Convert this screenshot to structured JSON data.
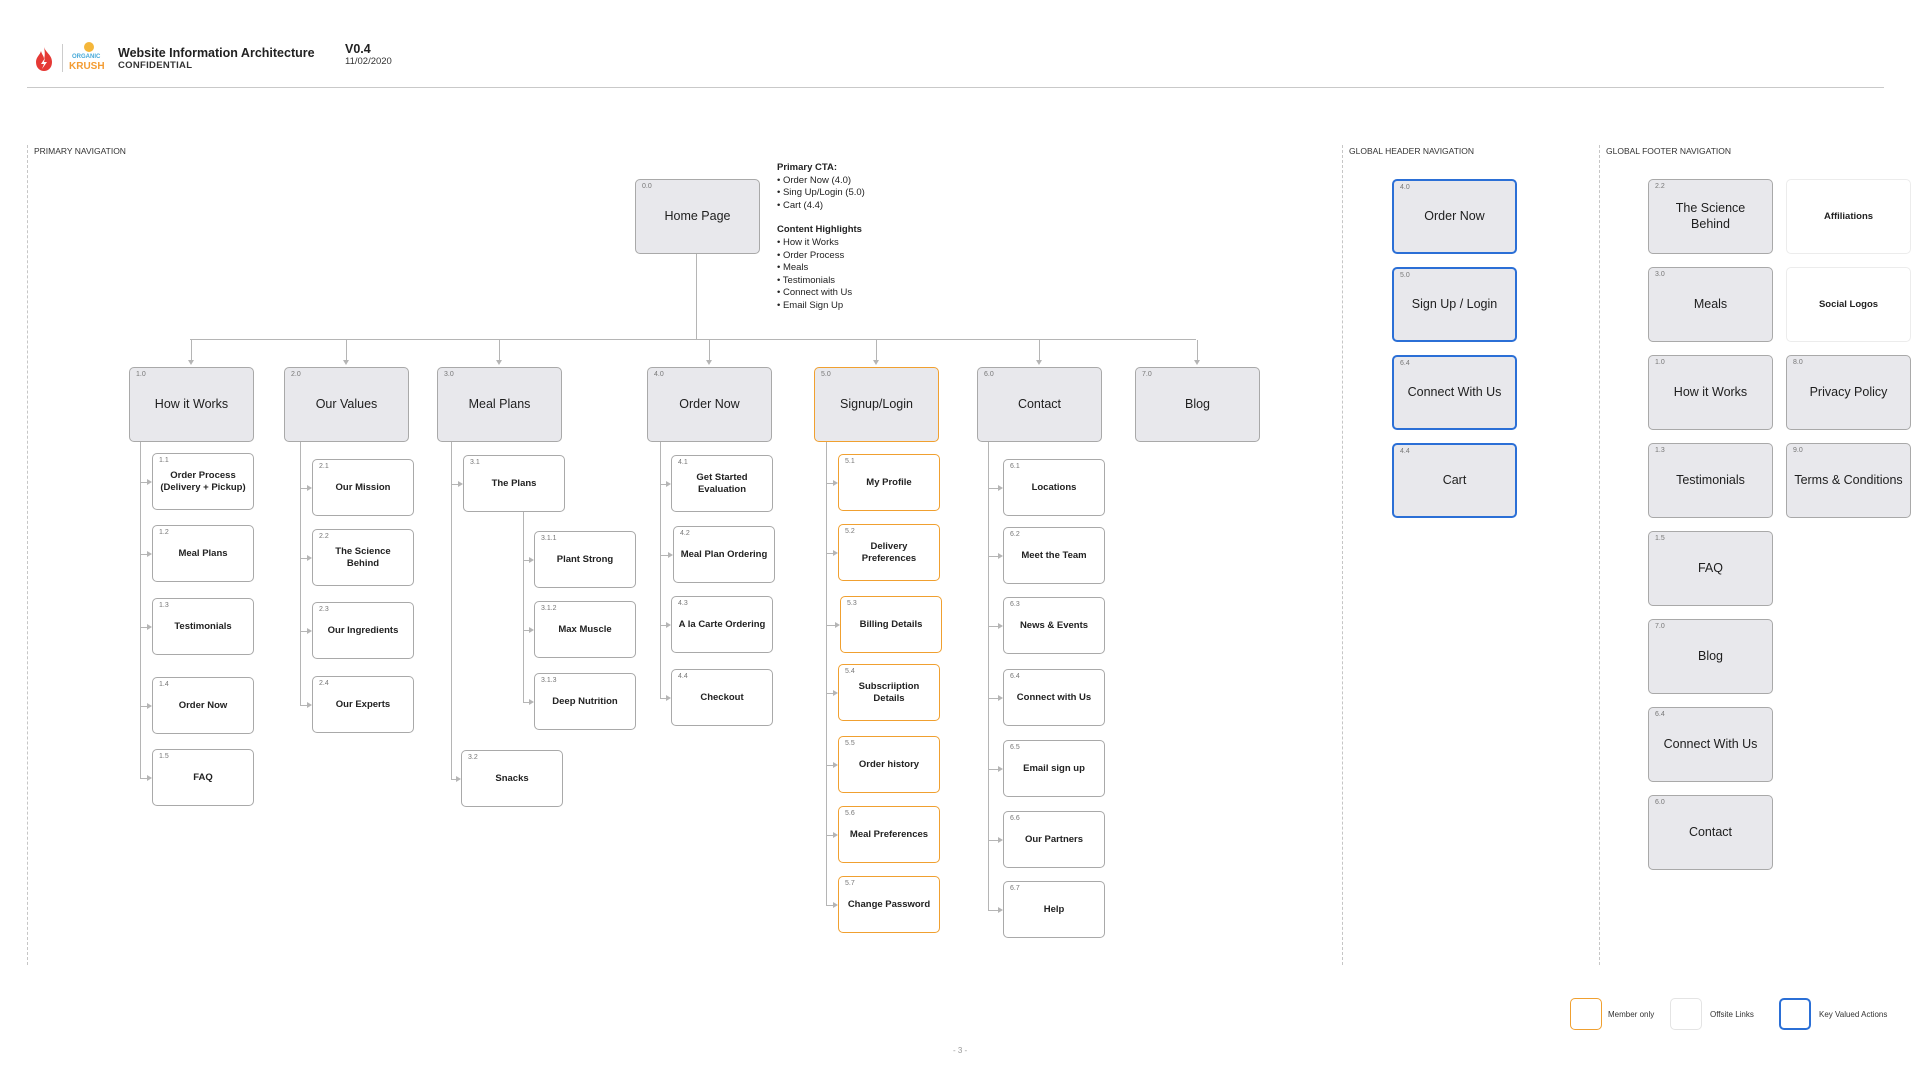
{
  "header": {
    "logo_text_top": "ORGANIC",
    "logo_text_bottom": "KRUSH",
    "title": "Website Information Architecture",
    "subtitle": "CONFIDENTIAL",
    "version": "V0.4",
    "date": "11/02/2020"
  },
  "sections": {
    "primary": "PRIMARY NAVIGATION",
    "header_nav": "GLOBAL HEADER NAVIGATION",
    "footer_nav": "GLOBAL FOOTER NAVIGATION"
  },
  "home": {
    "num": "0.0",
    "label": "Home Page"
  },
  "notes": {
    "cta_title": "Primary CTA:",
    "cta_items": [
      "• Order Now (4.0)",
      "• Sing Up/Login (5.0)",
      "• Cart (4.4)"
    ],
    "content_title": "Content Highlights",
    "content_items": [
      "• How it Works",
      "• Order Process",
      "• Meals",
      "• Testimonials",
      "• Connect with Us",
      "• Email Sign Up"
    ]
  },
  "columns": [
    {
      "num": "1.0",
      "label": "How it Works",
      "children": [
        {
          "num": "1.1",
          "label": "Order Process (Delivery + Pickup)"
        },
        {
          "num": "1.2",
          "label": "Meal Plans"
        },
        {
          "num": "1.3",
          "label": "Testimonials"
        },
        {
          "num": "1.4",
          "label": "Order Now"
        },
        {
          "num": "1.5",
          "label": "FAQ"
        }
      ]
    },
    {
      "num": "2.0",
      "label": "Our Values",
      "children": [
        {
          "num": "2.1",
          "label": "Our Mission"
        },
        {
          "num": "2.2",
          "label": "The Science Behind"
        },
        {
          "num": "2.3",
          "label": "Our Ingredients"
        },
        {
          "num": "2.4",
          "label": "Our Experts"
        }
      ]
    },
    {
      "num": "3.0",
      "label": "Meal Plans",
      "children": [
        {
          "num": "3.1",
          "label": "The Plans"
        },
        {
          "num": "3.1.1",
          "label": "Plant Strong"
        },
        {
          "num": "3.1.2",
          "label": "Max Muscle"
        },
        {
          "num": "3.1.3",
          "label": "Deep Nutrition"
        },
        {
          "num": "3.2",
          "label": "Snacks"
        }
      ]
    },
    {
      "num": "4.0",
      "label": "Order Now",
      "children": [
        {
          "num": "4.1",
          "label": "Get Started Evaluation"
        },
        {
          "num": "4.2",
          "label": "Meal Plan Ordering"
        },
        {
          "num": "4.3",
          "label": "A la Carte Ordering"
        },
        {
          "num": "4.4",
          "label": "Checkout"
        }
      ]
    },
    {
      "num": "5.0",
      "label": "Signup/Login",
      "children": [
        {
          "num": "5.1",
          "label": "My Profile"
        },
        {
          "num": "5.2",
          "label": "Delivery Preferences"
        },
        {
          "num": "5.3",
          "label": "Billing Details"
        },
        {
          "num": "5.4",
          "label": "Subscriiption Details"
        },
        {
          "num": "5.5",
          "label": "Order history"
        },
        {
          "num": "5.6",
          "label": "Meal Preferences"
        },
        {
          "num": "5.7",
          "label": "Change Password"
        }
      ]
    },
    {
      "num": "6.0",
      "label": "Contact",
      "children": [
        {
          "num": "6.1",
          "label": "Locations"
        },
        {
          "num": "6.2",
          "label": "Meet the Team"
        },
        {
          "num": "6.3",
          "label": "News & Events"
        },
        {
          "num": "6.4",
          "label": "Connect with Us"
        },
        {
          "num": "6.5",
          "label": "Email sign up"
        },
        {
          "num": "6.6",
          "label": "Our Partners"
        },
        {
          "num": "6.7",
          "label": "Help"
        }
      ]
    },
    {
      "num": "7.0",
      "label": "Blog",
      "children": []
    }
  ],
  "header_nav": [
    {
      "num": "4.0",
      "label": "Order Now"
    },
    {
      "num": "5.0",
      "label": "Sign Up / Login"
    },
    {
      "num": "6.4",
      "label": "Connect With Us"
    },
    {
      "num": "4.4",
      "label": "Cart"
    }
  ],
  "footer_nav": {
    "left": [
      {
        "num": "2.2",
        "label": "The Science Behind"
      },
      {
        "num": "3.0",
        "label": "Meals"
      },
      {
        "num": "1.0",
        "label": "How it Works"
      },
      {
        "num": "1.3",
        "label": "Testimonials"
      },
      {
        "num": "1.5",
        "label": "FAQ"
      },
      {
        "num": "7.0",
        "label": "Blog"
      },
      {
        "num": "6.4",
        "label": "Connect With Us"
      },
      {
        "num": "6.0",
        "label": "Contact"
      }
    ],
    "right": [
      {
        "num": "",
        "label": "Affiliations"
      },
      {
        "num": "",
        "label": "Social Logos"
      },
      {
        "num": "8.0",
        "label": "Privacy Policy"
      },
      {
        "num": "9.0",
        "label": "Terms & Conditions"
      }
    ]
  },
  "legend": {
    "member_only": "Member only",
    "offsite": "Offsite Links",
    "key_valued": "Key Valued Actions",
    "colors": {
      "member_only": "#f0a030",
      "offsite": "#ececec",
      "key_valued": "#2b6fd6"
    }
  },
  "page_marker": "- 3 -"
}
